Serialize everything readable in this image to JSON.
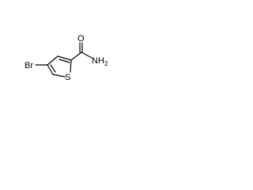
{
  "molecule": {
    "atoms": {
      "bromine": "Br",
      "sulfur": "S",
      "oxygen": "O",
      "amine_n": "N",
      "amine_h": "H",
      "amine_sub": "2"
    },
    "colors": {
      "bond": "#000000",
      "label": "#000000",
      "background": "#ffffff"
    }
  }
}
